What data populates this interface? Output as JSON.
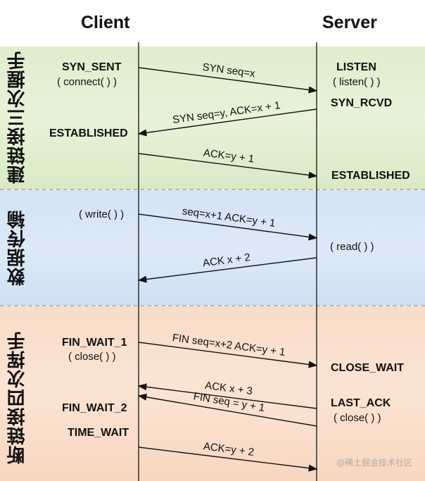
{
  "headers": {
    "client": "Client",
    "server": "Server"
  },
  "phases": {
    "handshake": "建链接三次握手",
    "transfer": "数据传输",
    "close": "断链接四次挥手"
  },
  "client_labels": {
    "syn_sent": "SYN_SENT",
    "connect": "( connect( ) )",
    "established": "ESTABLISHED",
    "write": "( write( ) )",
    "fin_wait_1": "FIN_WAIT_1",
    "close": "( close( ) )",
    "fin_wait_2": "FIN_WAIT_2",
    "time_wait": "TIME_WAIT"
  },
  "server_labels": {
    "listen": "LISTEN",
    "listen_call": "( listen( ) )",
    "syn_rcvd": "SYN_RCVD",
    "established": "ESTABLISHED",
    "read": "( read( ) )",
    "close_wait": "CLOSE_WAIT",
    "last_ack": "LAST_ACK",
    "close": "( close( ) )"
  },
  "messages": [
    {
      "label": "SYN seq=x",
      "direction": "to-server"
    },
    {
      "label": "SYN seq=y, ACK=x + 1",
      "direction": "to-client"
    },
    {
      "label": "ACK=y + 1",
      "direction": "to-server"
    },
    {
      "label": "seq=x+1 ACK=y + 1",
      "direction": "to-server"
    },
    {
      "label": "ACK x + 2",
      "direction": "to-client"
    },
    {
      "label": "FIN seq=x+2 ACK=y + 1",
      "direction": "to-server"
    },
    {
      "label": "ACK x + 3",
      "direction": "to-client"
    },
    {
      "label": "FIN seq = y + 1",
      "direction": "to-client"
    },
    {
      "label": "ACK=y + 2",
      "direction": "to-server"
    }
  ],
  "watermark": "@稀土掘金技术社区"
}
